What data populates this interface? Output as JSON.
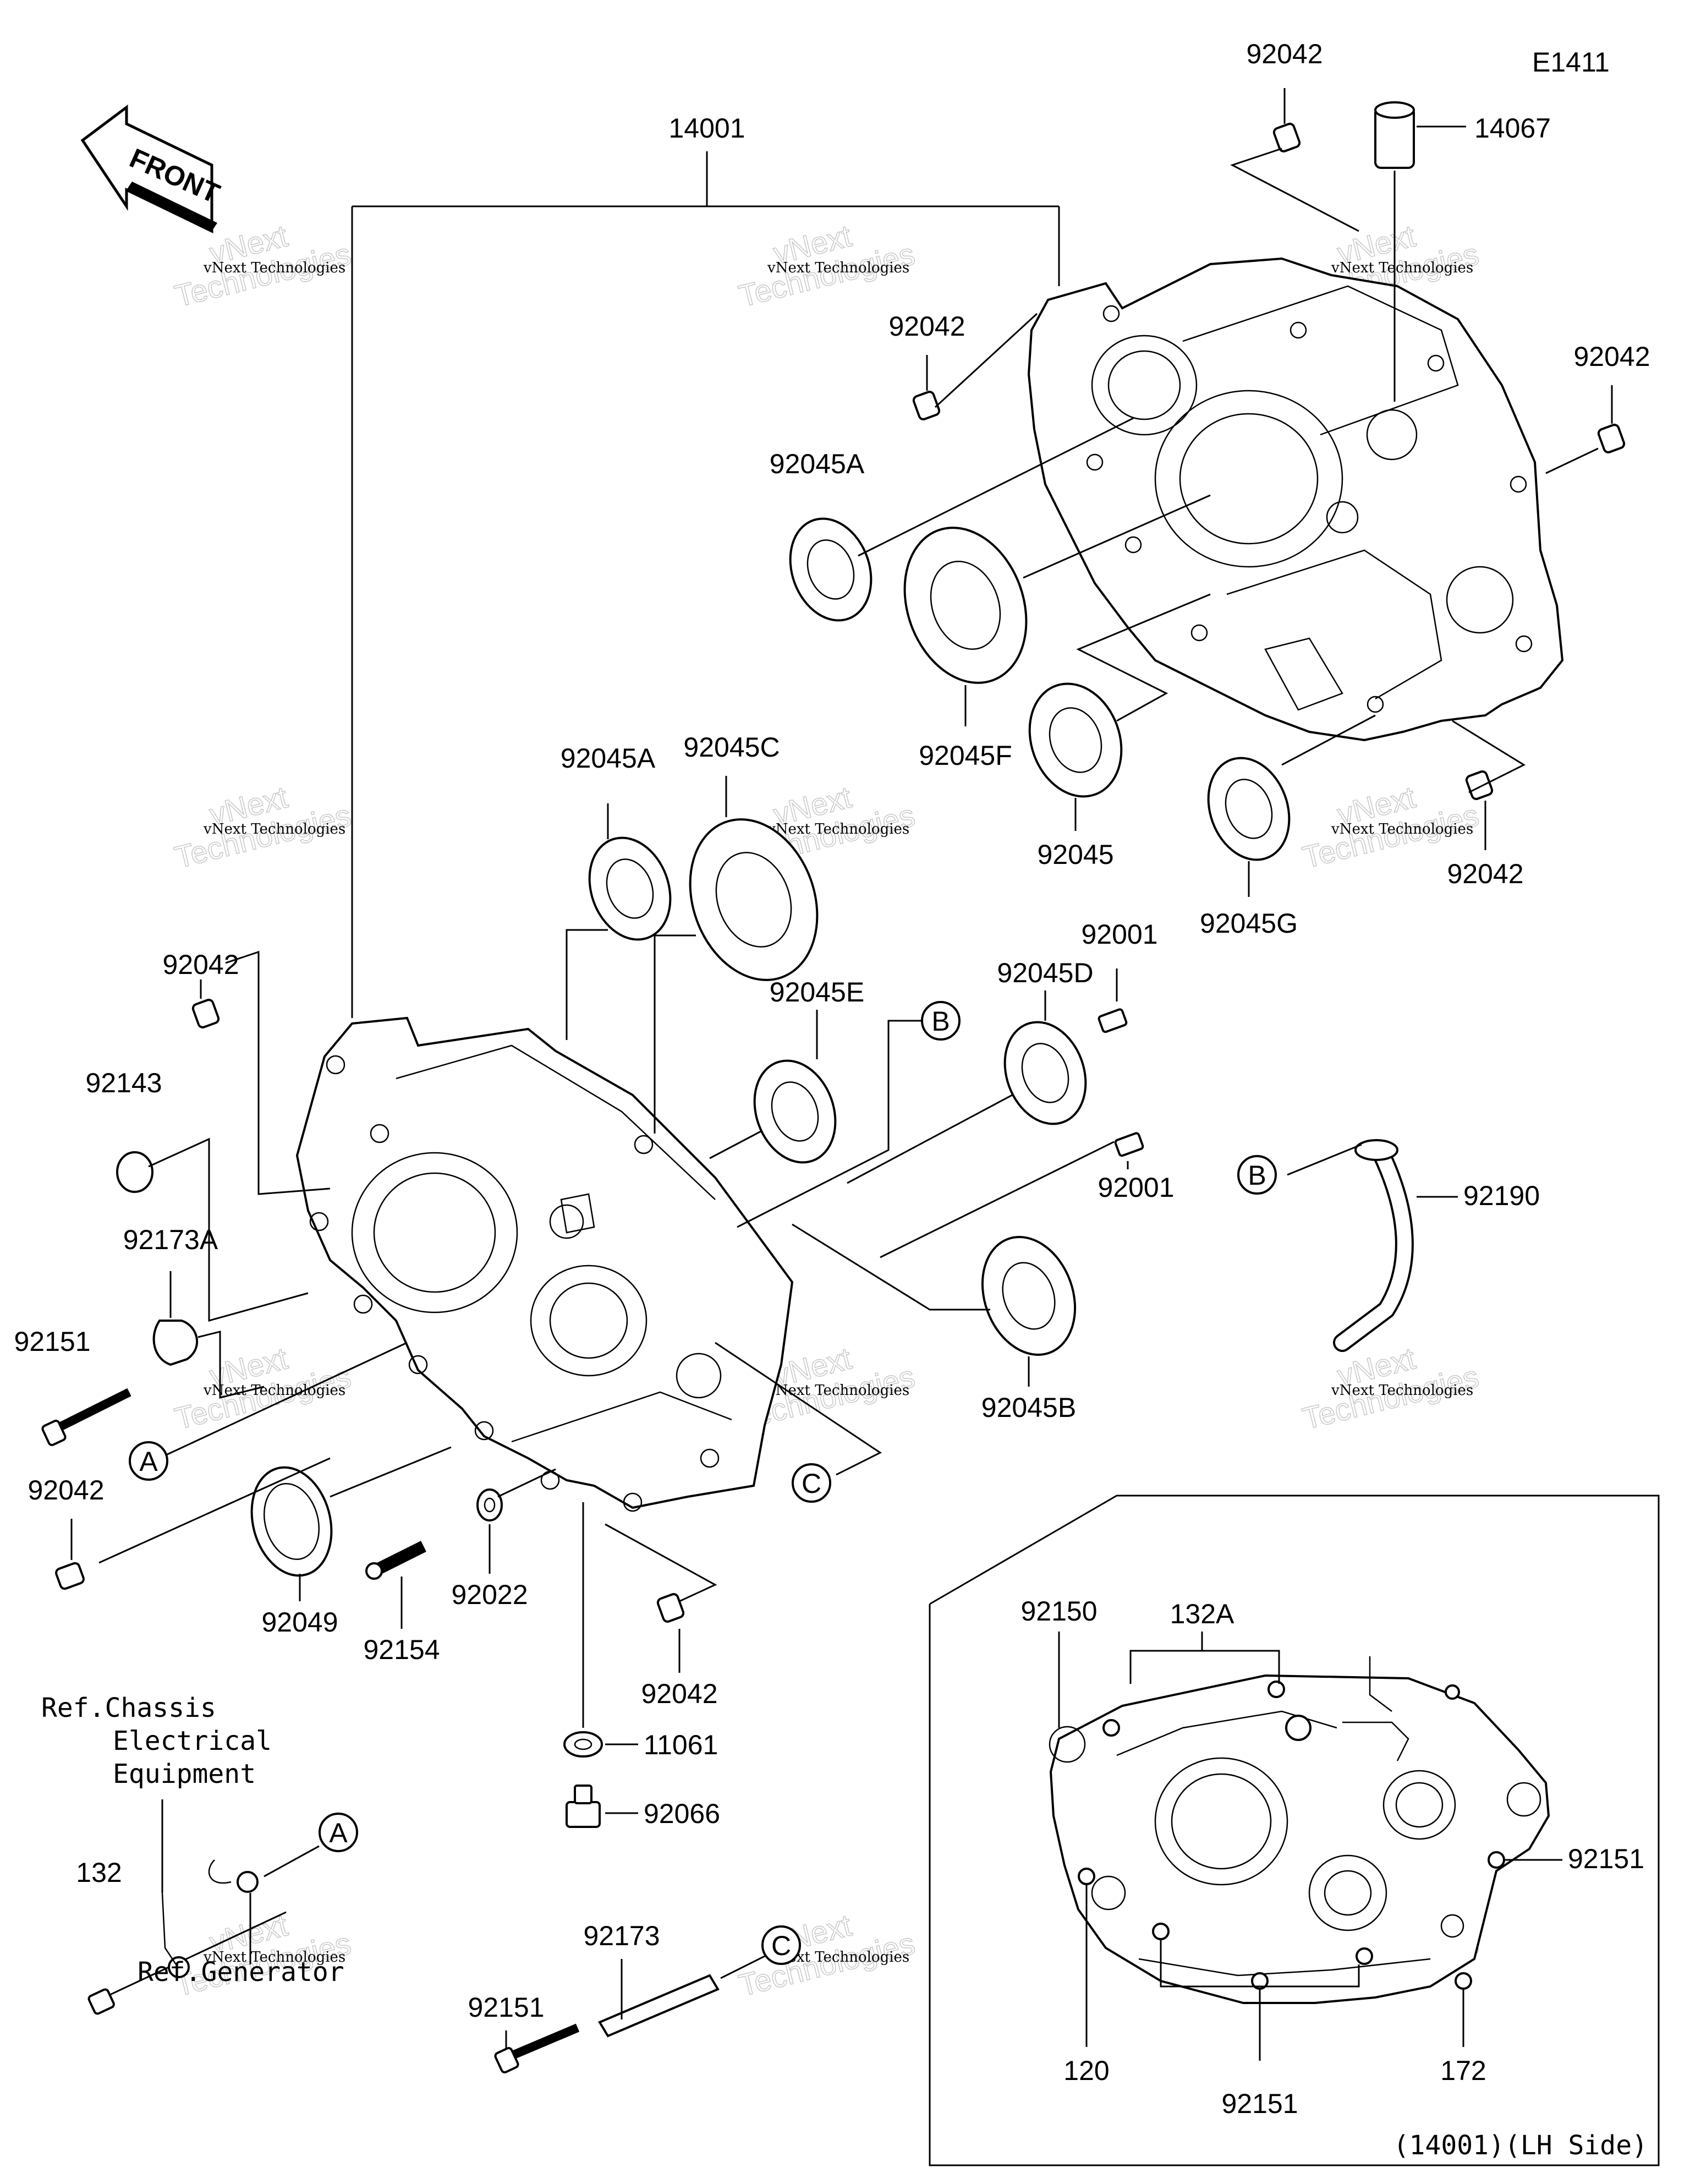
{
  "diagram_code": "E1411",
  "front_label": "FRONT",
  "watermark": {
    "line1": "vNext Technologies",
    "line2": "vNext",
    "line3": "Technologies"
  },
  "parts": {
    "p14001": "14001",
    "p14067": "14067",
    "p92042": "92042",
    "p92045A": "92045A",
    "p92045C": "92045C",
    "p92045F": "92045F",
    "p92045": "92045",
    "p92045G": "92045G",
    "p92045E": "92045E",
    "p92045D": "92045D",
    "p92045B": "92045B",
    "p92001": "92001",
    "p92143": "92143",
    "p92173A": "92173A",
    "p92151": "92151",
    "p92190": "92190",
    "p92049": "92049",
    "p92154": "92154",
    "p92022": "92022",
    "p11061": "11061",
    "p92066": "92066",
    "p92173": "92173",
    "p132": "132",
    "p132A": "132A",
    "p92150": "92150",
    "p120": "120",
    "p172": "172"
  },
  "callouts": {
    "A": "A",
    "B": "B",
    "C": "C"
  },
  "refs": {
    "chassis_1": "Ref.Chassis",
    "chassis_2": "Electrical",
    "chassis_3": "Equipment",
    "generator": "Ref.Generator"
  },
  "inset_caption": "(14001)(LH Side)"
}
